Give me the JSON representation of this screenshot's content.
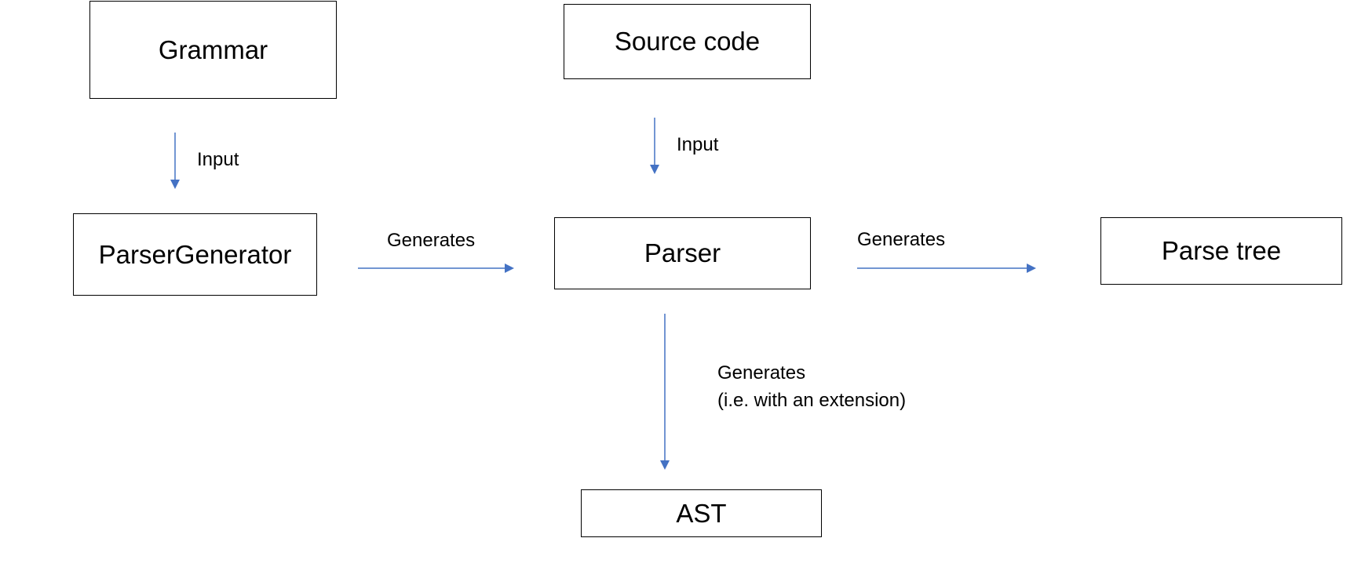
{
  "diagram": {
    "nodes": {
      "grammar": "Grammar",
      "source_code": "Source code",
      "parser_generator": "ParserGenerator",
      "parser": "Parser",
      "parse_tree": "Parse tree",
      "ast": "AST"
    },
    "edges": {
      "grammar_to_parser_generator": "Input",
      "source_code_to_parser": "Input",
      "parser_generator_to_parser": "Generates",
      "parser_to_parse_tree": "Generates",
      "parser_to_ast": [
        "Generates",
        "(i.e. with an extension)"
      ]
    },
    "colors": {
      "arrow": "#4472C4",
      "box_border": "#000000",
      "text": "#000000"
    }
  }
}
